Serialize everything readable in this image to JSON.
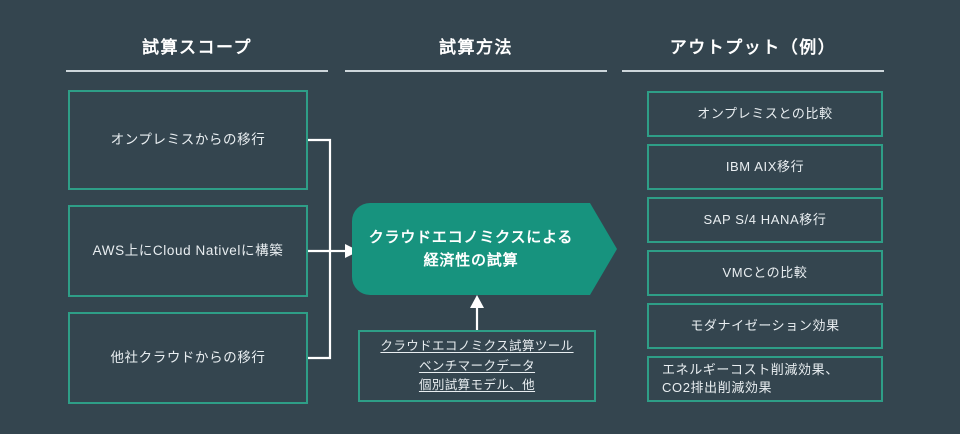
{
  "theme": {
    "background": "#34454f",
    "accent_teal": "#17937e",
    "border_teal": "#2e9e87",
    "text": "#e9eef1",
    "rule": "#cdd6db",
    "connector": "#ffffff"
  },
  "columns": {
    "scope": {
      "header": "試算スコープ",
      "items": [
        {
          "label": "オンプレミスからの移行"
        },
        {
          "label": "AWS上にCloud Nativelに構築"
        },
        {
          "label": "他社クラウドからの移行"
        }
      ]
    },
    "method": {
      "header": "試算方法",
      "center": {
        "line1": "クラウドエコノミクスによる",
        "line2": "経済性の試算"
      },
      "tools": {
        "lines": [
          "クラウドエコノミクス試算ツール",
          "ベンチマークデータ",
          "個別試算モデル、他"
        ]
      }
    },
    "output": {
      "header": "アウトプット（例）",
      "items": [
        {
          "label": "オンプレミスとの比較"
        },
        {
          "label": "IBM AIX移行"
        },
        {
          "label": "SAP S/4 HANA移行"
        },
        {
          "label": "VMCとの比較"
        },
        {
          "label": "モダナイゼーション効果"
        },
        {
          "label_line1": "エネルギーコスト削減効果、",
          "label_line2": "CO2排出削減効果"
        }
      ]
    }
  },
  "connectors": {
    "scope_to_center": "bracket-arrow-right",
    "tools_to_center": "arrow-up"
  }
}
